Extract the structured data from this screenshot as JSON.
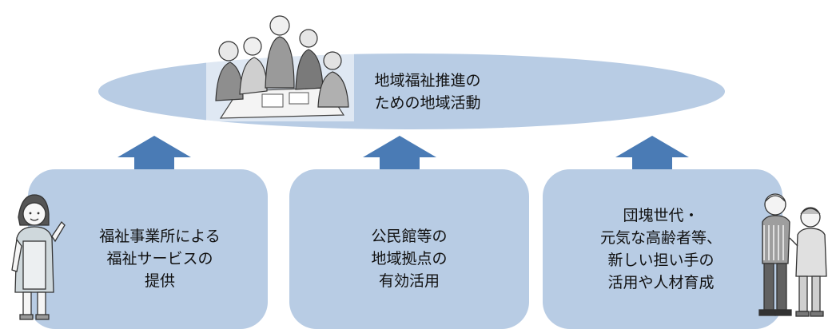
{
  "central_goal": {
    "lines": [
      "地域福祉推進の",
      "ための地域活動"
    ]
  },
  "sources": [
    {
      "lines": [
        "福祉事業所による",
        "福祉サービスの",
        "提供"
      ]
    },
    {
      "lines": [
        "公民館等の",
        "地域拠点の",
        "有効活用"
      ]
    },
    {
      "lines": [
        "団塊世代・",
        "元気な高齢者等、",
        "新しい担い手の",
        "活用や人材育成"
      ]
    }
  ],
  "colors": {
    "ellipse_fill": "#b8cce4",
    "box_fill": "#b8cce4",
    "arrow_fill": "#4a7bb5"
  },
  "illustrations": [
    {
      "icon": "meeting-group-illustration"
    },
    {
      "icon": "care-worker-illustration"
    },
    {
      "icon": "elderly-couple-illustration"
    }
  ]
}
